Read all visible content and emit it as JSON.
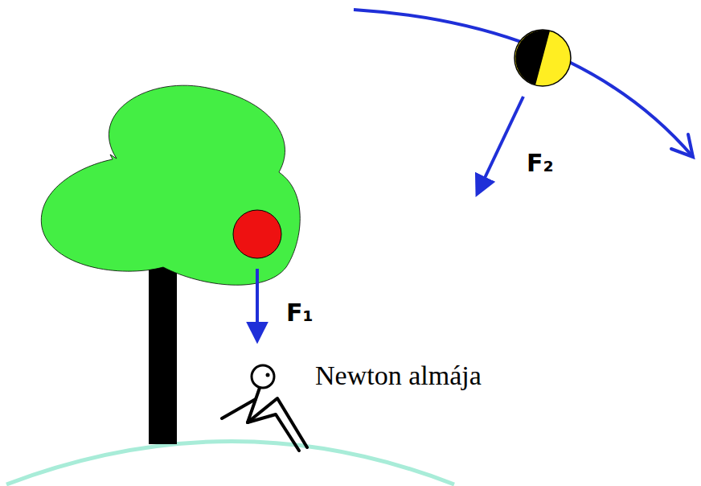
{
  "diagram": {
    "labels": [
      "F₂",
      "F₁",
      "Newton almája"
    ]
  }
}
